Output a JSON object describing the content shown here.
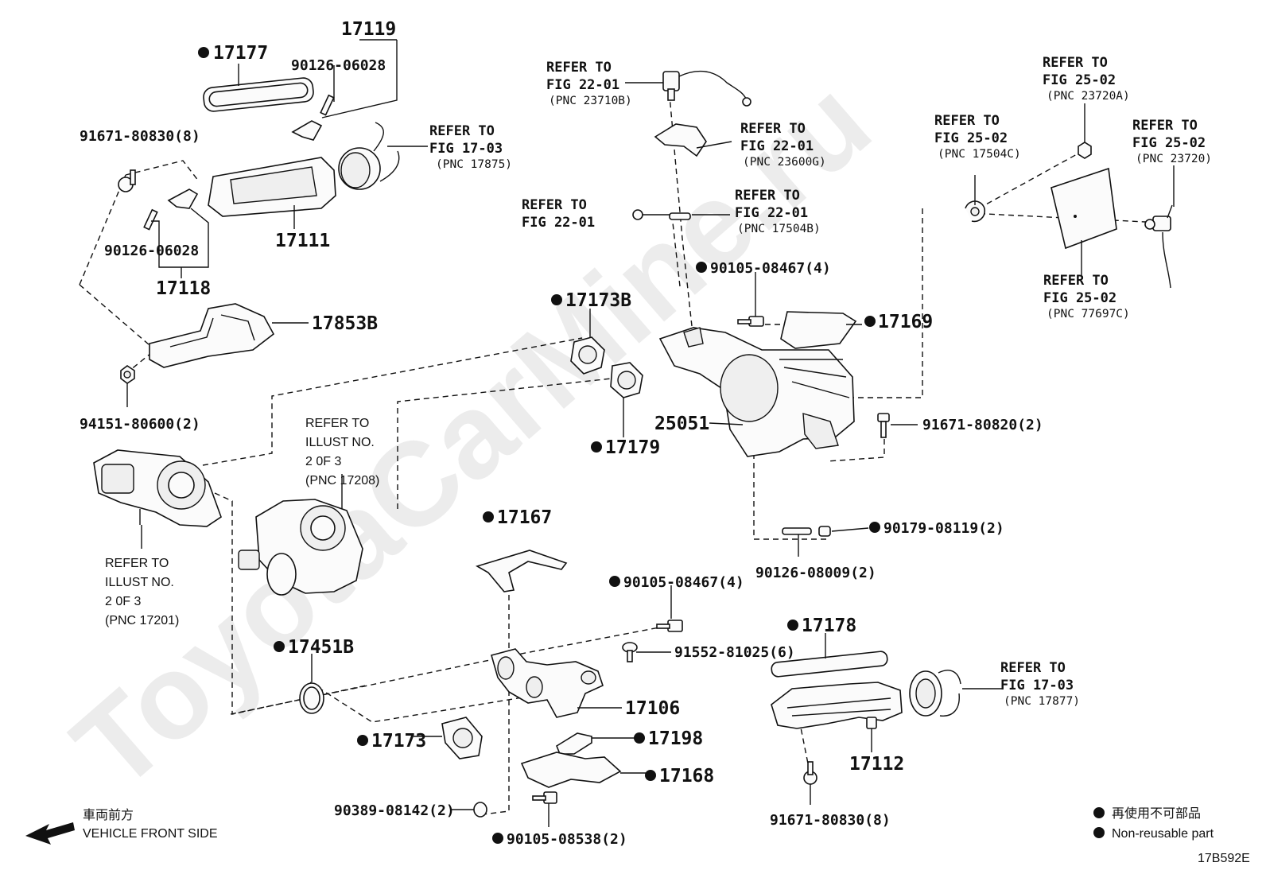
{
  "diagram_id": "17B592E",
  "watermark": "ToyotaCarMine.ru",
  "callouts": {
    "c17119": "17119",
    "c17177": "17177",
    "c90126a": "90126-06028",
    "c91671a": "91671-80830(8)",
    "c17111": "17111",
    "c90126b": "90126-06028",
    "c17118": "17118",
    "c17853b": "17853B",
    "c94151": "94151-80600(2)",
    "c90105a": "90105-08467(4)",
    "c17173b": "17173B",
    "c17169": "17169",
    "c25051": "25051",
    "c91671b": "91671-80820(2)",
    "c17179": "17179",
    "c90179": "90179-08119(2)",
    "c90126c": "90126-08009(2)",
    "c17167": "17167",
    "c90105b": "90105-08467(4)",
    "c91552": "91552-81025(6)",
    "c17451b": "17451B",
    "c17106": "17106",
    "c17173": "17173",
    "c17198": "17198",
    "c17168": "17168",
    "c90389": "90389-08142(2)",
    "c90105c": "90105-08538(2)",
    "c17178": "17178",
    "c17112": "17112",
    "c91671c": "91671-80830(8)"
  },
  "refs": {
    "r1": [
      "REFER TO",
      "FIG 17-03",
      "(PNC 17875)"
    ],
    "r2": [
      "REFER TO",
      "FIG 22-01",
      "(PNC 23710B)"
    ],
    "r3": [
      "REFER TO",
      "FIG 22-01",
      "(PNC 23600G)"
    ],
    "r4": [
      "REFER TO",
      "FIG 22-01"
    ],
    "r5": [
      "REFER TO",
      "FIG 22-01",
      "(PNC 17504B)"
    ],
    "r6": [
      "REFER TO",
      "FIG 25-02",
      "(PNC 23720A)"
    ],
    "r7": [
      "REFER TO",
      "FIG 25-02",
      "(PNC 17504C)"
    ],
    "r8": [
      "REFER TO",
      "FIG 25-02",
      "(PNC 23720)"
    ],
    "r9": [
      "REFER TO",
      "FIG 25-02",
      "(PNC 77697C)"
    ],
    "r10": [
      "REFER TO",
      "FIG 17-03",
      "(PNC 17877)"
    ],
    "r11": [
      "REFER TO",
      "ILLUST NO.",
      "2 0F 3",
      "(PNC 17208)"
    ],
    "r12": [
      "REFER TO",
      "ILLUST NO.",
      "2 0F 3",
      "(PNC 17201)"
    ]
  },
  "legend": {
    "non_reusable_jp": "再使用不可部品",
    "non_reusable_en": "Non-reusable part"
  },
  "direction": {
    "jp": "車両前方",
    "en": "VEHICLE FRONT SIDE"
  },
  "colors": {
    "ink": "#111111",
    "watermark": "#d6d6d6"
  }
}
